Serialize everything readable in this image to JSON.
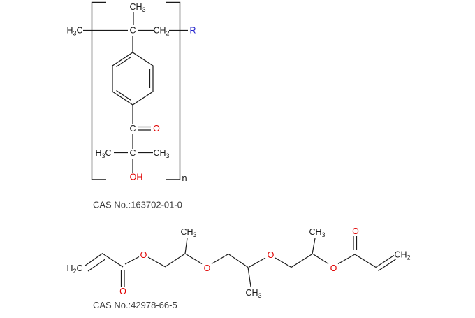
{
  "colors": {
    "bond": "#1a1a1a",
    "oxygen": "#e00000",
    "r_group": "#2222cc",
    "cas_text": "#3c3c3c",
    "background": "#ffffff"
  },
  "structure1": {
    "cas": "CAS No.:163702-01-0",
    "repeat_subscript": "n",
    "labels": {
      "ch3_top": {
        "a": "CH",
        "sub": "3"
      },
      "h3c_side": {
        "a": "H",
        "sub": "3",
        "b": "C"
      },
      "c_alpha": "C",
      "ch2": {
        "a": "CH",
        "sub": "2"
      },
      "r": "R",
      "c_carbonyl": "C",
      "o_carbonyl": "O",
      "c_quat": "C",
      "h3c_quat": {
        "a": "H",
        "sub": "3",
        "b": "C"
      },
      "ch3_quat": {
        "a": "CH",
        "sub": "3"
      },
      "oh": "OH"
    }
  },
  "structure2": {
    "cas": "CAS No.:42978-66-5",
    "labels": {
      "h2c": {
        "a": "H",
        "sub": "2",
        "b": "C"
      },
      "o_carbonyl_left": "O",
      "o_ester_left": "O",
      "ch3_1": {
        "a": "CH",
        "sub": "3"
      },
      "o_ether_1": "O",
      "ch3_2": {
        "a": "CH",
        "sub": "3"
      },
      "o_ether_2": "O",
      "ch3_3": {
        "a": "CH",
        "sub": "3"
      },
      "o_ester_right": "O",
      "o_carbonyl_right": "O",
      "ch2_end": {
        "a": "CH",
        "sub": "2"
      }
    }
  }
}
